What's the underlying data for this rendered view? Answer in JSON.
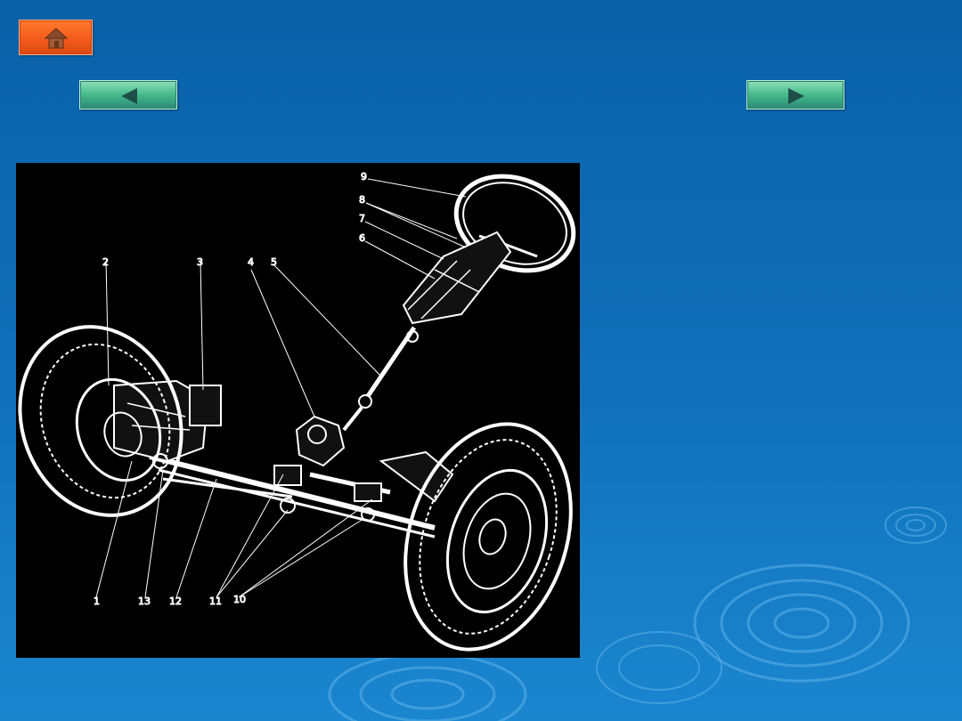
{
  "toolbar": {
    "home_icon": "home-icon",
    "prev_icon": "triangle-left-icon",
    "next_icon": "triangle-right-icon"
  },
  "colors": {
    "background": "#0f6db6",
    "home_button": "#f2591a",
    "nav_button": "#45b98a",
    "figure_background": "#000000"
  },
  "figure": {
    "labels": [
      "1",
      "2",
      "3",
      "4",
      "5",
      "6",
      "7",
      "8",
      "9",
      "10",
      "11",
      "12",
      "13"
    ]
  }
}
